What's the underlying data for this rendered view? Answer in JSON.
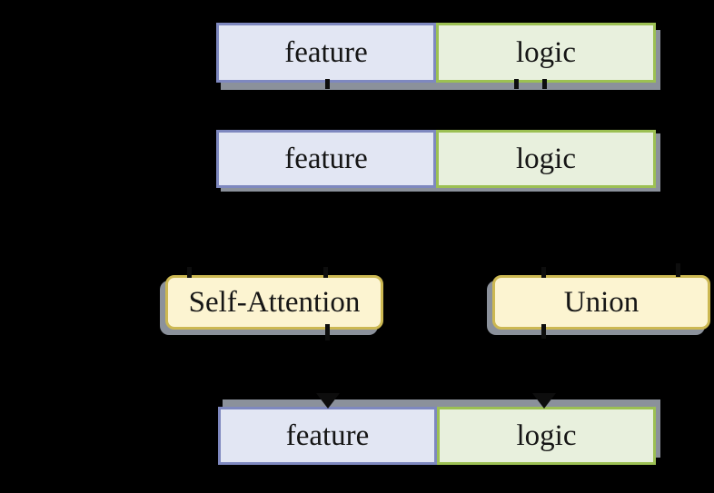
{
  "diagram": {
    "rows": {
      "top": {
        "feature": "feature",
        "logic": "logic"
      },
      "middle": {
        "feature": "feature",
        "logic": "logic"
      },
      "bottom": {
        "feature": "feature",
        "logic": "logic"
      }
    },
    "operators": {
      "left": "Self-Attention",
      "right": "Union"
    }
  },
  "colors": {
    "background": "#000000",
    "feature_fill": "#e2e6f3",
    "feature_border": "#7e88bf",
    "logic_fill": "#e8f0dd",
    "logic_border": "#9cc053",
    "operator_fill": "#fcf4d1",
    "operator_border": "#ccb852",
    "shadow": "#8b919b",
    "text": "#151515",
    "connector": "#0d0d0d"
  }
}
